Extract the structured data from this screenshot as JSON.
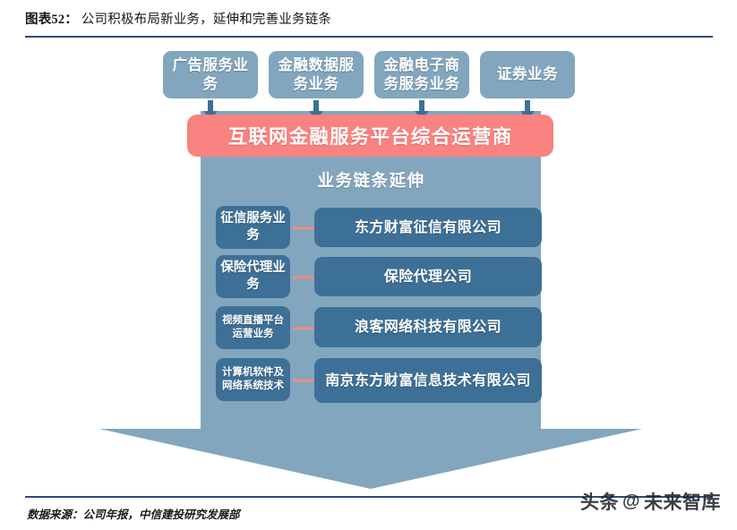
{
  "header": {
    "chart_number": "图表52：",
    "title": "公司积极布局新业务，延伸和完善业务链条"
  },
  "colors": {
    "top_box": "#82a6bd",
    "banner": "#fa8280",
    "arrow_body": "#82a6bd",
    "chain_box": "#3d7096",
    "rule": "#2f4b7c",
    "connector_arrow": "#3d7096",
    "chain_arrow": "#f08a86"
  },
  "diagram": {
    "top_boxes": [
      {
        "label": "广告服务业务"
      },
      {
        "label": "金融数据服务业务"
      },
      {
        "label": "金融电子商务服务业务"
      },
      {
        "label": "证券业务"
      }
    ],
    "banner": {
      "label": "互联网金融服务平台综合运营商"
    },
    "chain_heading": "业务链条延伸",
    "chain_rows": [
      {
        "label": "征信服务业务",
        "target": "东方财富征信有限公司"
      },
      {
        "label": "保险代理业务",
        "target": "保险代理公司"
      },
      {
        "label": "视频直播平台运营业务",
        "target": "浪客网络科技有限公司"
      },
      {
        "label": "计算机软件及网络系统技术",
        "target": "南京东方财富信息技术有限公司"
      }
    ]
  },
  "footer": {
    "source": "数据来源：公司年报，中信建投研究发展部"
  },
  "watermark": {
    "brand": "头条",
    "at": "@",
    "account": "未来智库"
  }
}
